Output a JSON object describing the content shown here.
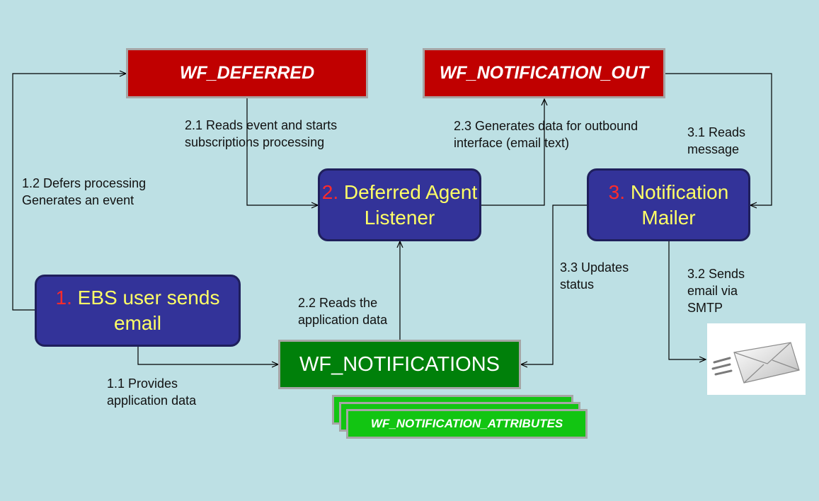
{
  "queues": {
    "wf_deferred": "WF_DEFERRED",
    "wf_notification_out": "WF_NOTIFICATION_OUT",
    "wf_notifications": "WF_NOTIFICATIONS",
    "wf_notification_attributes": "WF_NOTIFICATION_ATTRIBUTES"
  },
  "components": {
    "ebs_user": {
      "num": "1.",
      "text": "EBS user sends email"
    },
    "deferred_agent": {
      "num": "2.",
      "text": "Deferred Agent Listener"
    },
    "notification_mailer": {
      "num": "3.",
      "text": "Notification Mailer"
    }
  },
  "steps": {
    "s1_1": "1.1 Provides application data",
    "s1_2": "1.2 Defers processing Generates an event",
    "s2_1": "2.1 Reads event and starts subscriptions processing",
    "s2_2": "2.2 Reads the application data",
    "s2_3": "2.3 Generates data for outbound interface (email text)",
    "s3_1": "3.1 Reads message",
    "s3_2": "3.2 Sends email via SMTP",
    "s3_3": "3.3 Updates status"
  },
  "icons": {
    "email": "envelope-icon"
  }
}
